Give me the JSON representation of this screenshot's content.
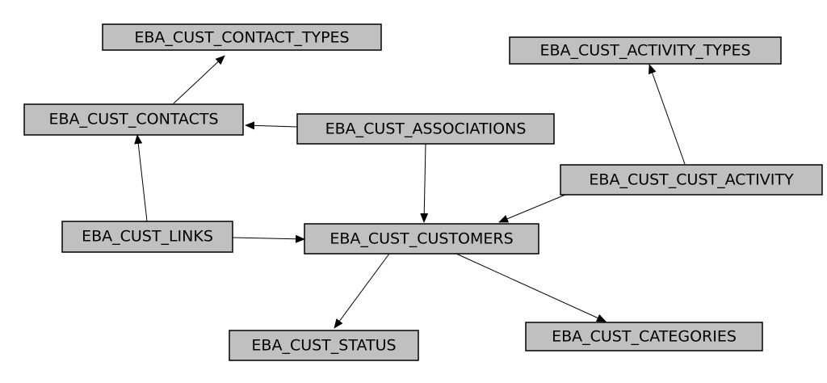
{
  "diagram": {
    "nodes": {
      "contact_types": "EBA_CUST_CONTACT_TYPES",
      "contacts": "EBA_CUST_CONTACTS",
      "associations": "EBA_CUST_ASSOCIATIONS",
      "activity_types": "EBA_CUST_ACTIVITY_TYPES",
      "cust_activity": "EBA_CUST_CUST_ACTIVITY",
      "links": "EBA_CUST_LINKS",
      "customers": "EBA_CUST_CUSTOMERS",
      "status": "EBA_CUST_STATUS",
      "categories": "EBA_CUST_CATEGORIES"
    },
    "edges": [
      {
        "from": "contacts",
        "to": "contact_types"
      },
      {
        "from": "associations",
        "to": "contacts"
      },
      {
        "from": "associations",
        "to": "customers"
      },
      {
        "from": "links",
        "to": "contacts"
      },
      {
        "from": "links",
        "to": "customers"
      },
      {
        "from": "cust_activity",
        "to": "activity_types"
      },
      {
        "from": "cust_activity",
        "to": "customers"
      },
      {
        "from": "customers",
        "to": "status"
      },
      {
        "from": "customers",
        "to": "categories"
      }
    ],
    "colors": {
      "node_fill": "#c0c0c0",
      "node_border": "#000000",
      "edge": "#000000",
      "background": "#ffffff"
    }
  }
}
